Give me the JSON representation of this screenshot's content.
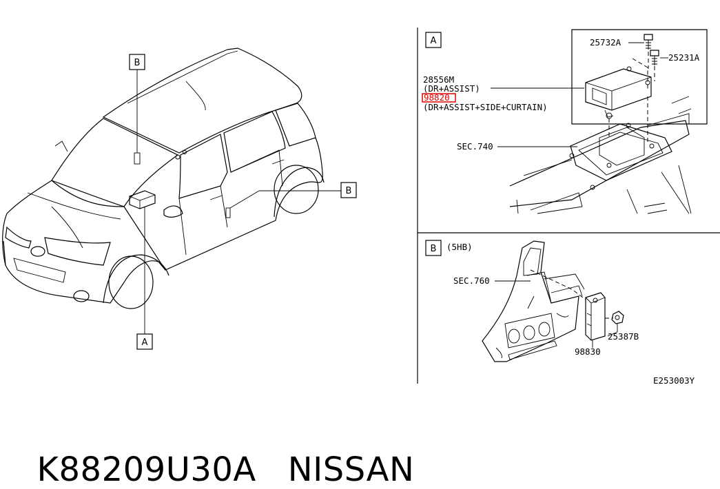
{
  "callouts": {
    "car_a": "A",
    "car_b_top": "B",
    "car_b_right": "B"
  },
  "panel_a": {
    "letter": "A",
    "parts": {
      "bolt_1": "25732A",
      "bolt_2": "25231A",
      "unit_code": "28556M",
      "unit_variant_1": "(DR+ASSIST)",
      "highlighted_code": "98820",
      "unit_variant_2": "(DR+ASSIST+SIDE+CURTAIN)",
      "section": "SEC.740"
    },
    "highlight_color": "#e00000"
  },
  "panel_b": {
    "letter": "B",
    "variant": "(5HB)",
    "parts": {
      "section": "SEC.760",
      "nut": "25387B",
      "sensor": "98830"
    }
  },
  "drawing_code": "E253003Y",
  "caption": {
    "part_number": "K88209U30A",
    "brand": "NISSAN"
  }
}
